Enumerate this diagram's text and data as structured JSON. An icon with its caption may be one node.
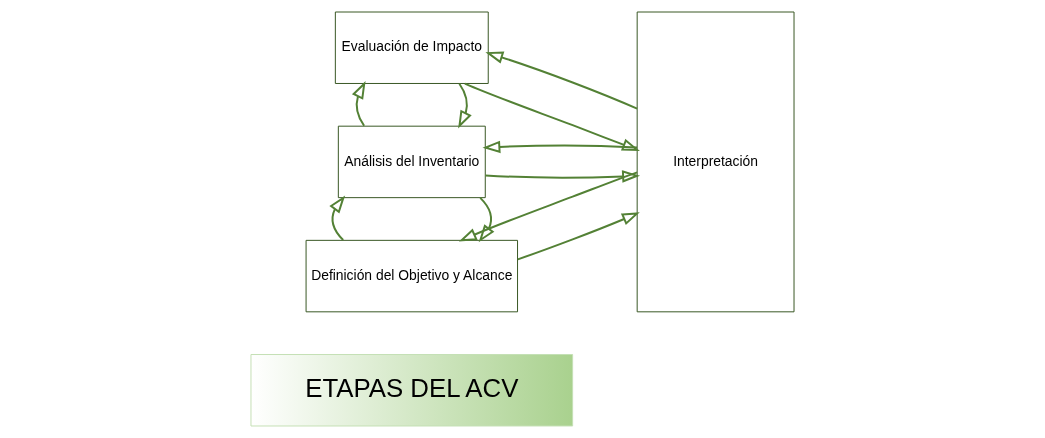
{
  "diagram": {
    "nodes": [
      {
        "text": [
          "ETAPAS DEL ACV"
        ]
      },
      {
        "text": [
          "Definición del Objetivo y Alcance"
        ]
      },
      {
        "text": [
          "Análisis del Inventario"
        ]
      },
      {
        "text": [
          "Evaluación de Impacto"
        ]
      },
      {
        "text": [
          "Interpretación"
        ]
      }
    ],
    "edges": [
      {
        "from": 1,
        "to": 4,
        "arrow": "to"
      },
      {
        "from": 4,
        "to": 1,
        "arrow": "to"
      },
      {
        "from": 2,
        "to": 1,
        "arrow": "to"
      },
      {
        "from": 1,
        "to": 2,
        "arrow": "to"
      },
      {
        "from": 2,
        "to": 4,
        "arrow": "to"
      },
      {
        "from": 4,
        "to": 2,
        "arrow": "to"
      },
      {
        "from": 3,
        "to": 2,
        "arrow": "to"
      },
      {
        "from": 2,
        "to": 3,
        "arrow": "to"
      },
      {
        "from": 3,
        "to": 4,
        "arrow": "to"
      },
      {
        "from": 4,
        "to": 3,
        "arrow": "to"
      }
    ]
  }
}
